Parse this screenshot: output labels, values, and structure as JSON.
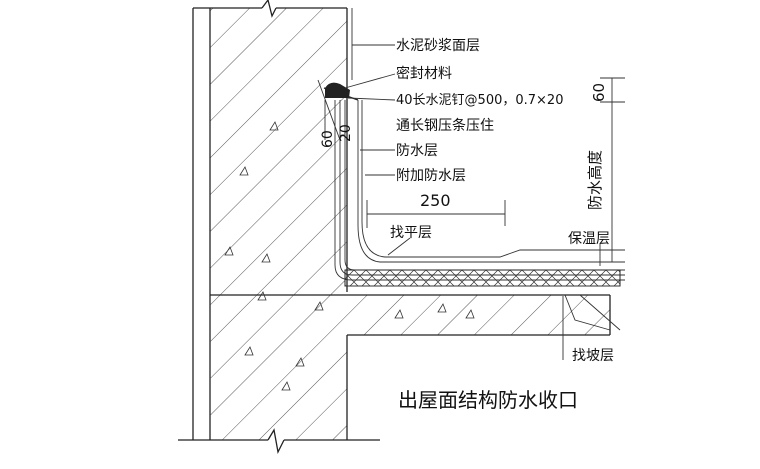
{
  "title": "出屋面结构防水收口",
  "labels": {
    "mortar": "水泥砂浆面层",
    "sealant": "密封材料",
    "nail": "40长水泥钉@500，0.7×20",
    "strip": "通长钢压条压住",
    "waterproof": "防水层",
    "extra_waterproof": "附加防水层",
    "leveling": "找平层",
    "insulation": "保温层",
    "slope": "找坡层",
    "height_vertical": "防水高度"
  },
  "dims": {
    "d60_top": "60",
    "d20": "20",
    "d60_left": "60",
    "d250": "250"
  }
}
